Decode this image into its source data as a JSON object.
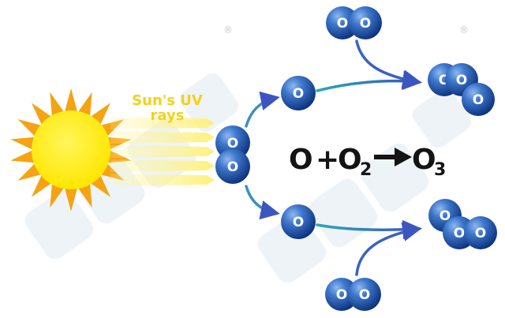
{
  "uv_label": {
    "line1": "Sun's UV",
    "line2": "rays"
  },
  "atom_symbol": "O",
  "equation": {
    "o": "O",
    "plus": "+",
    "o2_base": "O",
    "o2_sub": "2",
    "o3_base": "O",
    "o3_sub": "3"
  },
  "watermark_mark": "®",
  "colors": {
    "sun_core": "#ffef00",
    "sun_rays": "#f5a313",
    "uv_beam": "#ffef6e",
    "atom_light": "#5b8fd8",
    "atom_dark": "#0a3a8f",
    "arrow": "#3d6fc1",
    "label": "#f2d21a"
  }
}
